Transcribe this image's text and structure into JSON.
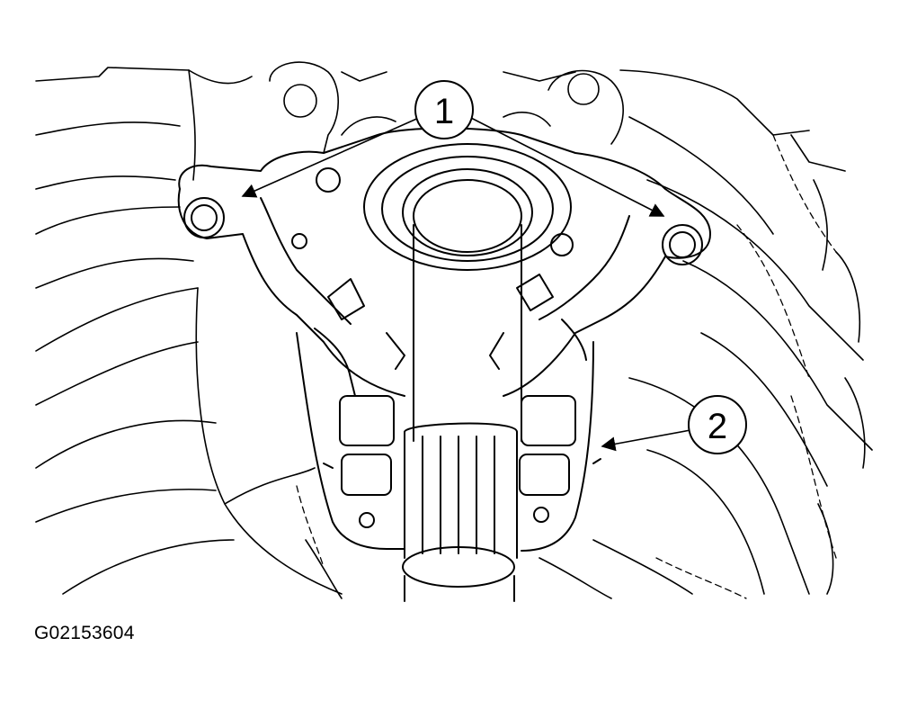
{
  "figure": {
    "code": "G02153604",
    "callouts": [
      {
        "id": "callout-1",
        "label": "1"
      },
      {
        "id": "callout-2",
        "label": "2"
      }
    ]
  }
}
